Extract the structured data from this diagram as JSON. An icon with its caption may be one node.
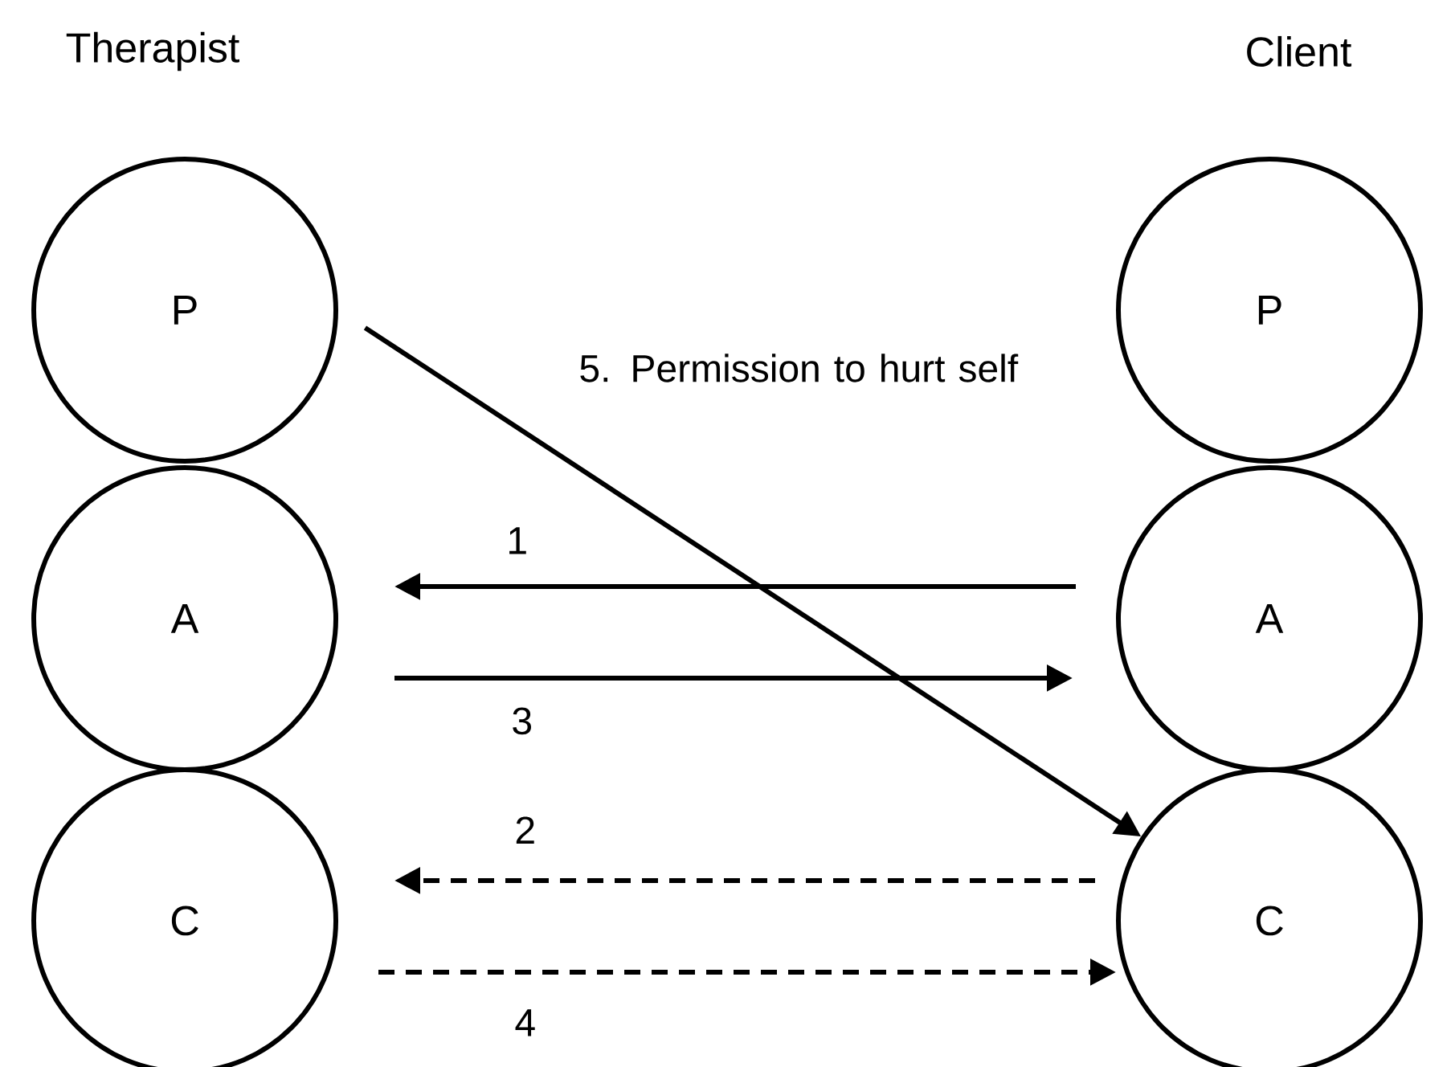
{
  "diagram": {
    "nodes": [
      {
        "text": [
          "P"
        ]
      },
      {
        "text": [
          "A"
        ]
      },
      {
        "text": [
          "C"
        ]
      },
      {
        "text": [
          "P"
        ]
      },
      {
        "text": [
          "A"
        ]
      },
      {
        "text": [
          "C"
        ]
      }
    ],
    "edges": [
      {
        "from": 4,
        "to": 1,
        "arrow": "to",
        "label": "1"
      },
      {
        "from": 5,
        "to": 2,
        "arrow": "to",
        "label": "2",
        "style": "dashed"
      },
      {
        "from": 1,
        "to": 4,
        "arrow": "to",
        "label": "3"
      },
      {
        "from": 2,
        "to": 5,
        "arrow": "to",
        "label": "4",
        "style": "dashed"
      },
      {
        "from": 0,
        "to": 5,
        "arrow": "to",
        "label": "5. Permission to hurt self"
      }
    ],
    "labels": [
      "Therapist",
      "Client"
    ]
  }
}
